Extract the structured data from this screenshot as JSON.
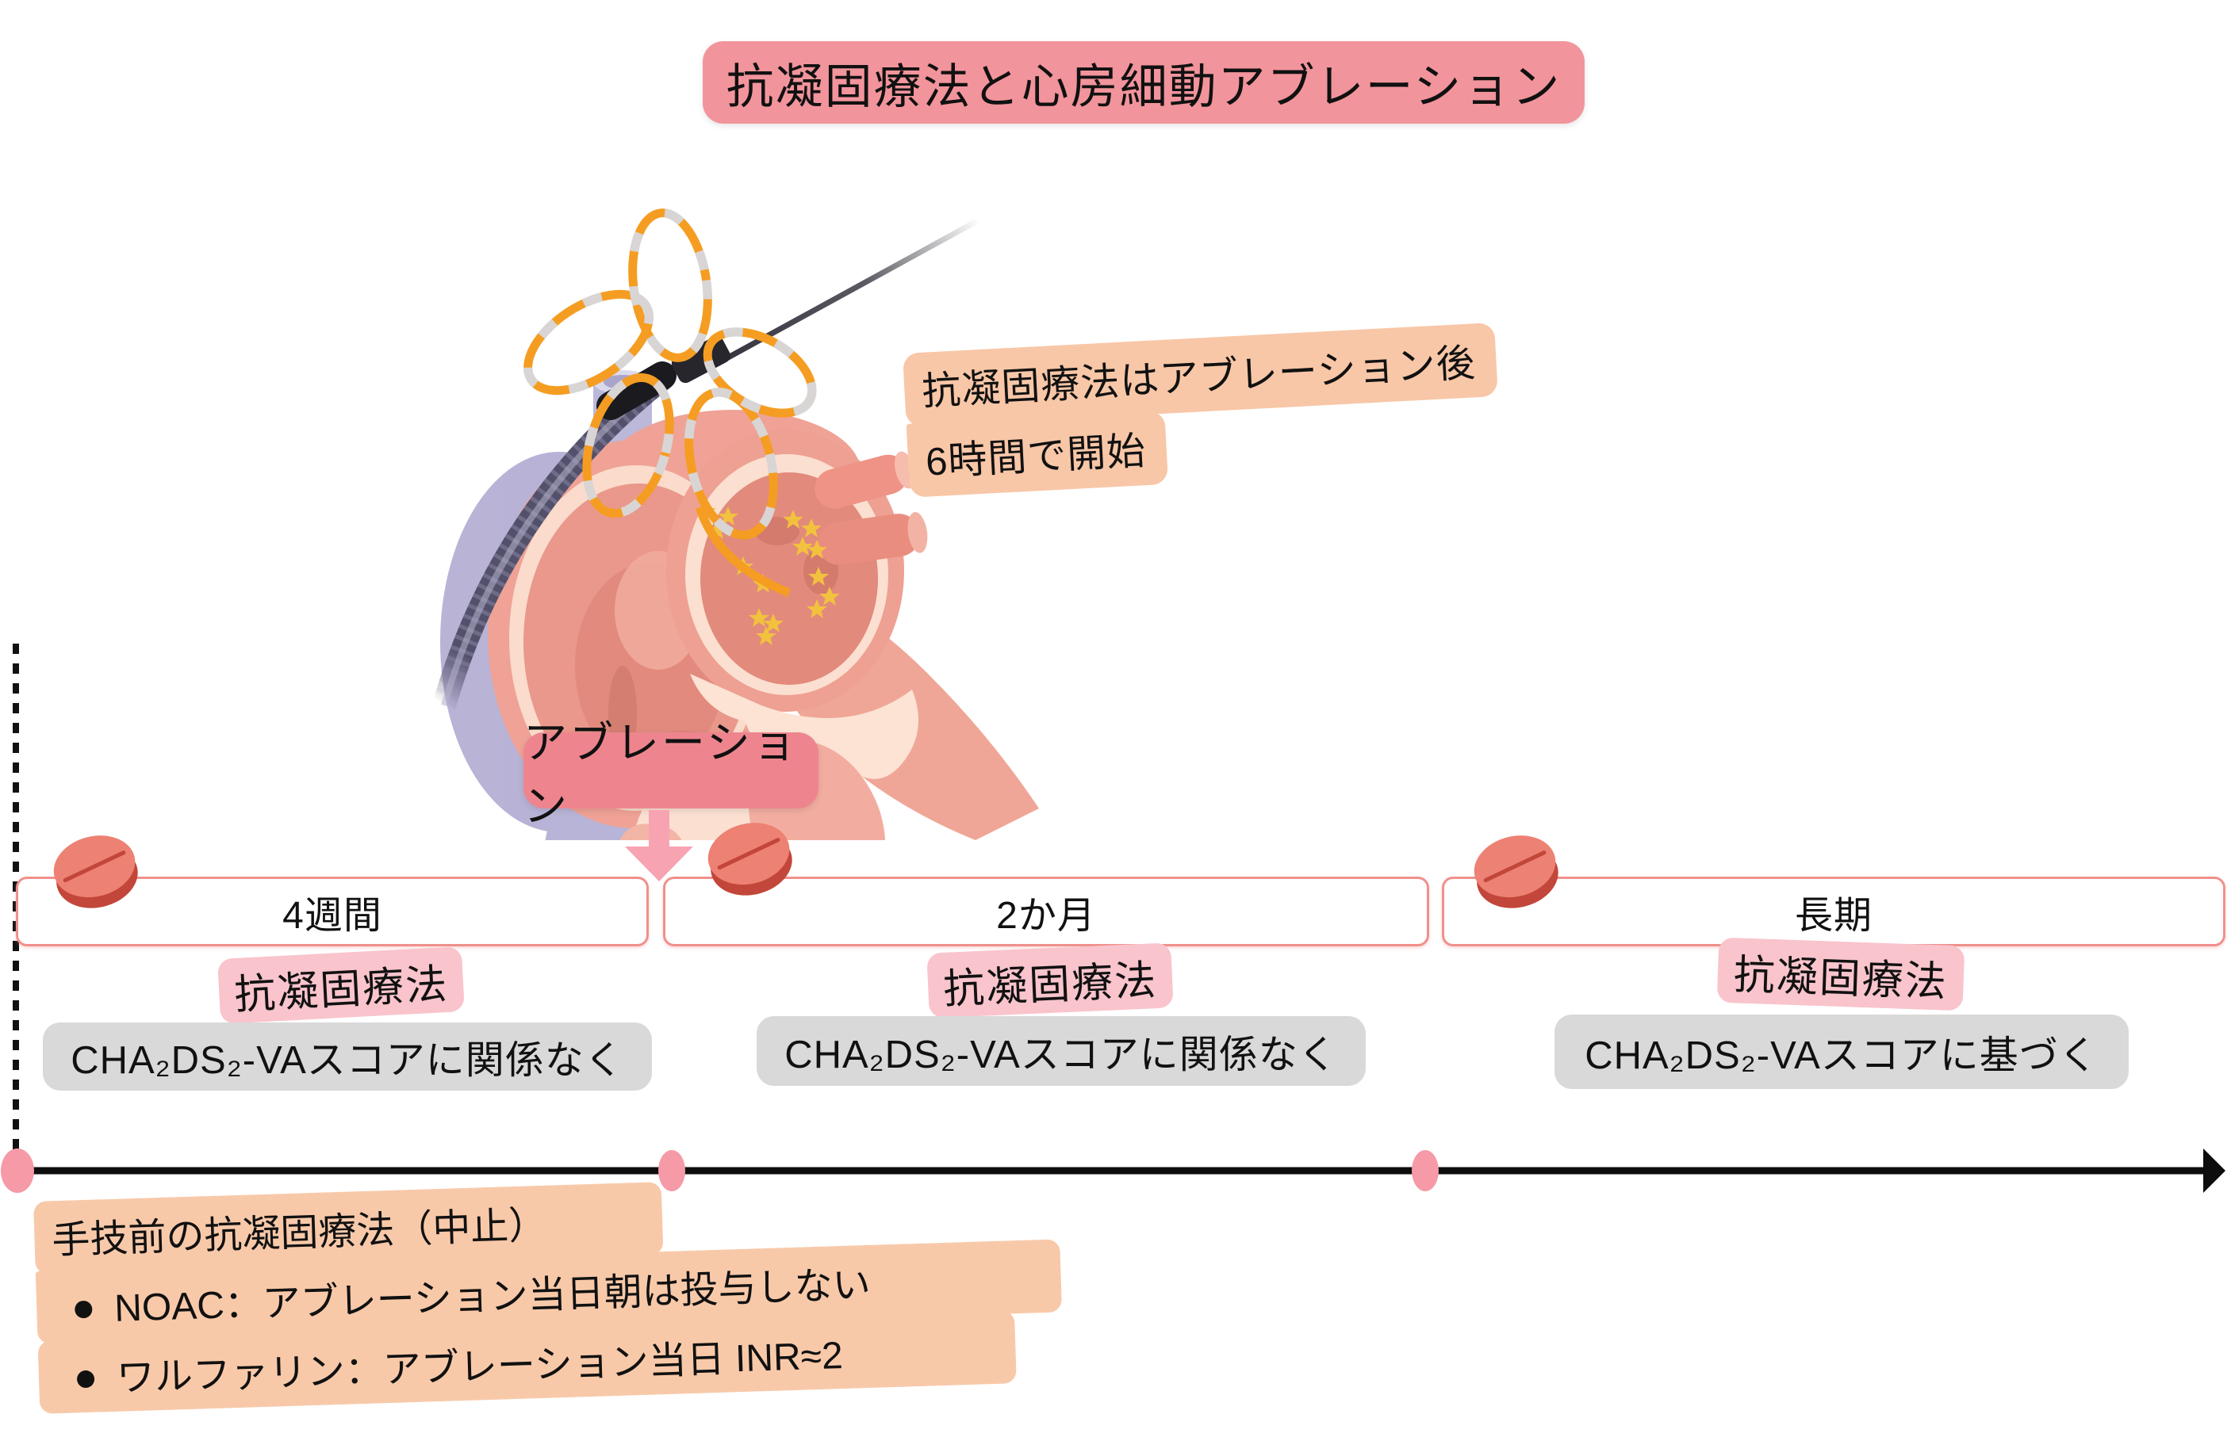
{
  "title": "抗凝固療法と心房細動アブレーション",
  "heart_callout": {
    "line1": "抗凝固療法はアブレーション後",
    "line2": "6時間で開始"
  },
  "ablation": {
    "label": "アブレーション"
  },
  "timeline": {
    "segments": [
      {
        "duration": "4週間",
        "therapy_label": "抗凝固療法",
        "note": "CHA₂DS₂-VAスコアに関係なく"
      },
      {
        "duration": "2か月",
        "therapy_label": "抗凝固療法",
        "note": "CHA₂DS₂-VAスコアに関係なく"
      },
      {
        "duration": "長期",
        "therapy_label": "抗凝固療法",
        "note": "CHA₂DS₂-VAスコアに基づく"
      }
    ]
  },
  "pre_procedure": {
    "heading": "手技前の抗凝固療法（中止）",
    "bullets": [
      "NOAC：アブレーション当日朝は投与しない",
      "ワルファリン：アブレーション当日 INR≈2"
    ]
  },
  "icons": {
    "pill": "pill-icon",
    "star": "ablation-star-icon",
    "catheter": "mapping-catheter-icon",
    "heart": "heart-cross-section-illustration"
  },
  "colors": {
    "title_pink": "#f2949c",
    "ablation_pink": "#ee858e",
    "soft_pink_label": "#f9c4cc",
    "peach_highlight": "#f8c8a8",
    "gray_note": "#d9d9d9",
    "segment_border": "#f0908c",
    "timeline_dot": "#f59aa6",
    "arrow_pink": "#f8a3b2",
    "pill_body": "#ed8173",
    "pill_rim": "#c2463a",
    "star_gold": "#f2c13e",
    "catheter_orange": "#f59d22",
    "line_black": "#111111"
  }
}
